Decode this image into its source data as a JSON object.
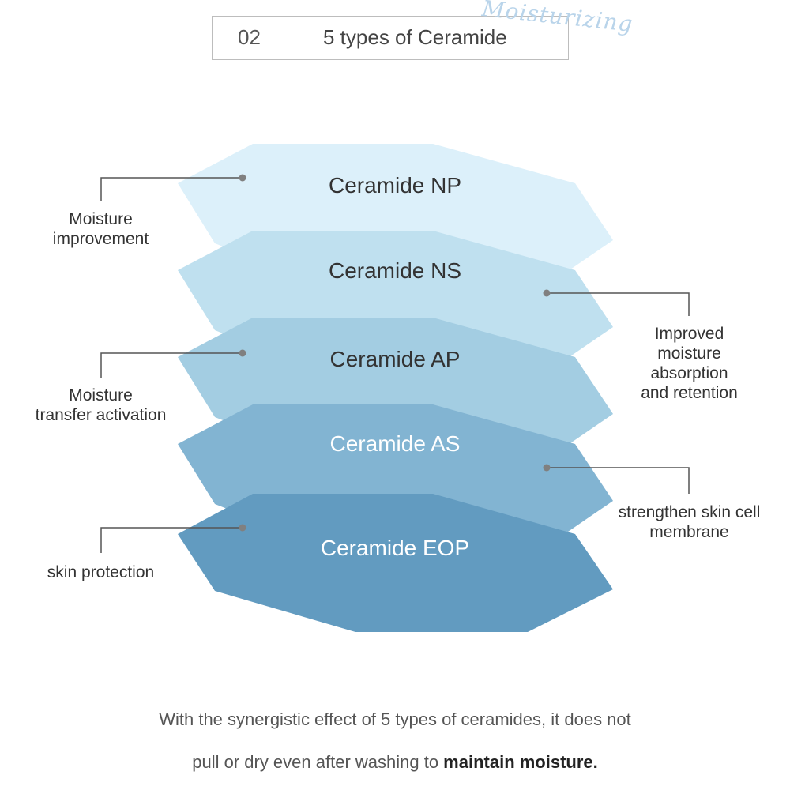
{
  "header": {
    "number": "02",
    "title": "5 types of Ceramide",
    "script_text": "Moisturizing"
  },
  "layers": [
    {
      "label": "Ceramide NP",
      "fill": "#dcf0fa",
      "text_color": "#333333"
    },
    {
      "label": "Ceramide NS",
      "fill": "#bfe0ef",
      "text_color": "#333333"
    },
    {
      "label": "Ceramide AP",
      "fill": "#a3cde2",
      "text_color": "#333333"
    },
    {
      "label": "Ceramide AS",
      "fill": "#82b4d2",
      "text_color": "#ffffff"
    },
    {
      "label": "Ceramide EOP",
      "fill": "#629bc0",
      "text_color": "#ffffff"
    }
  ],
  "annotations": {
    "left": [
      "Moisture\nimprovement",
      "Moisture\ntransfer activation",
      "skin protection"
    ],
    "right": [
      "Improved\nmoisture\nabsorption\nand retention",
      "strengthen skin cell\nmembrane"
    ]
  },
  "caption": {
    "line1": "With the synergistic effect of 5 types of ceramides, it does not",
    "line2_prefix": "pull or dry even after washing to ",
    "line2_bold": "maintain moisture."
  },
  "colors": {
    "connector": "#555555",
    "dot": "#808080"
  }
}
